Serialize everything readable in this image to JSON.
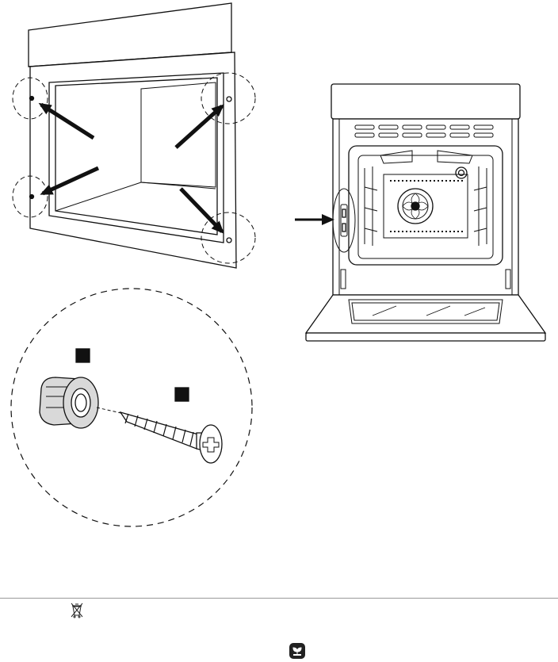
{
  "figure": {
    "panels": [
      "oven-frame-screw-points",
      "oven-front-open-door",
      "anchor-and-screw-detail"
    ],
    "callout_markers": 2,
    "colors": {
      "line": "#111111",
      "fill": "#ffffff",
      "shade": "#d9d9d9"
    }
  },
  "footer": {
    "recycle_icon": "crossed-out-bin-icon",
    "eco_icon": "environment-leaf-icon"
  }
}
